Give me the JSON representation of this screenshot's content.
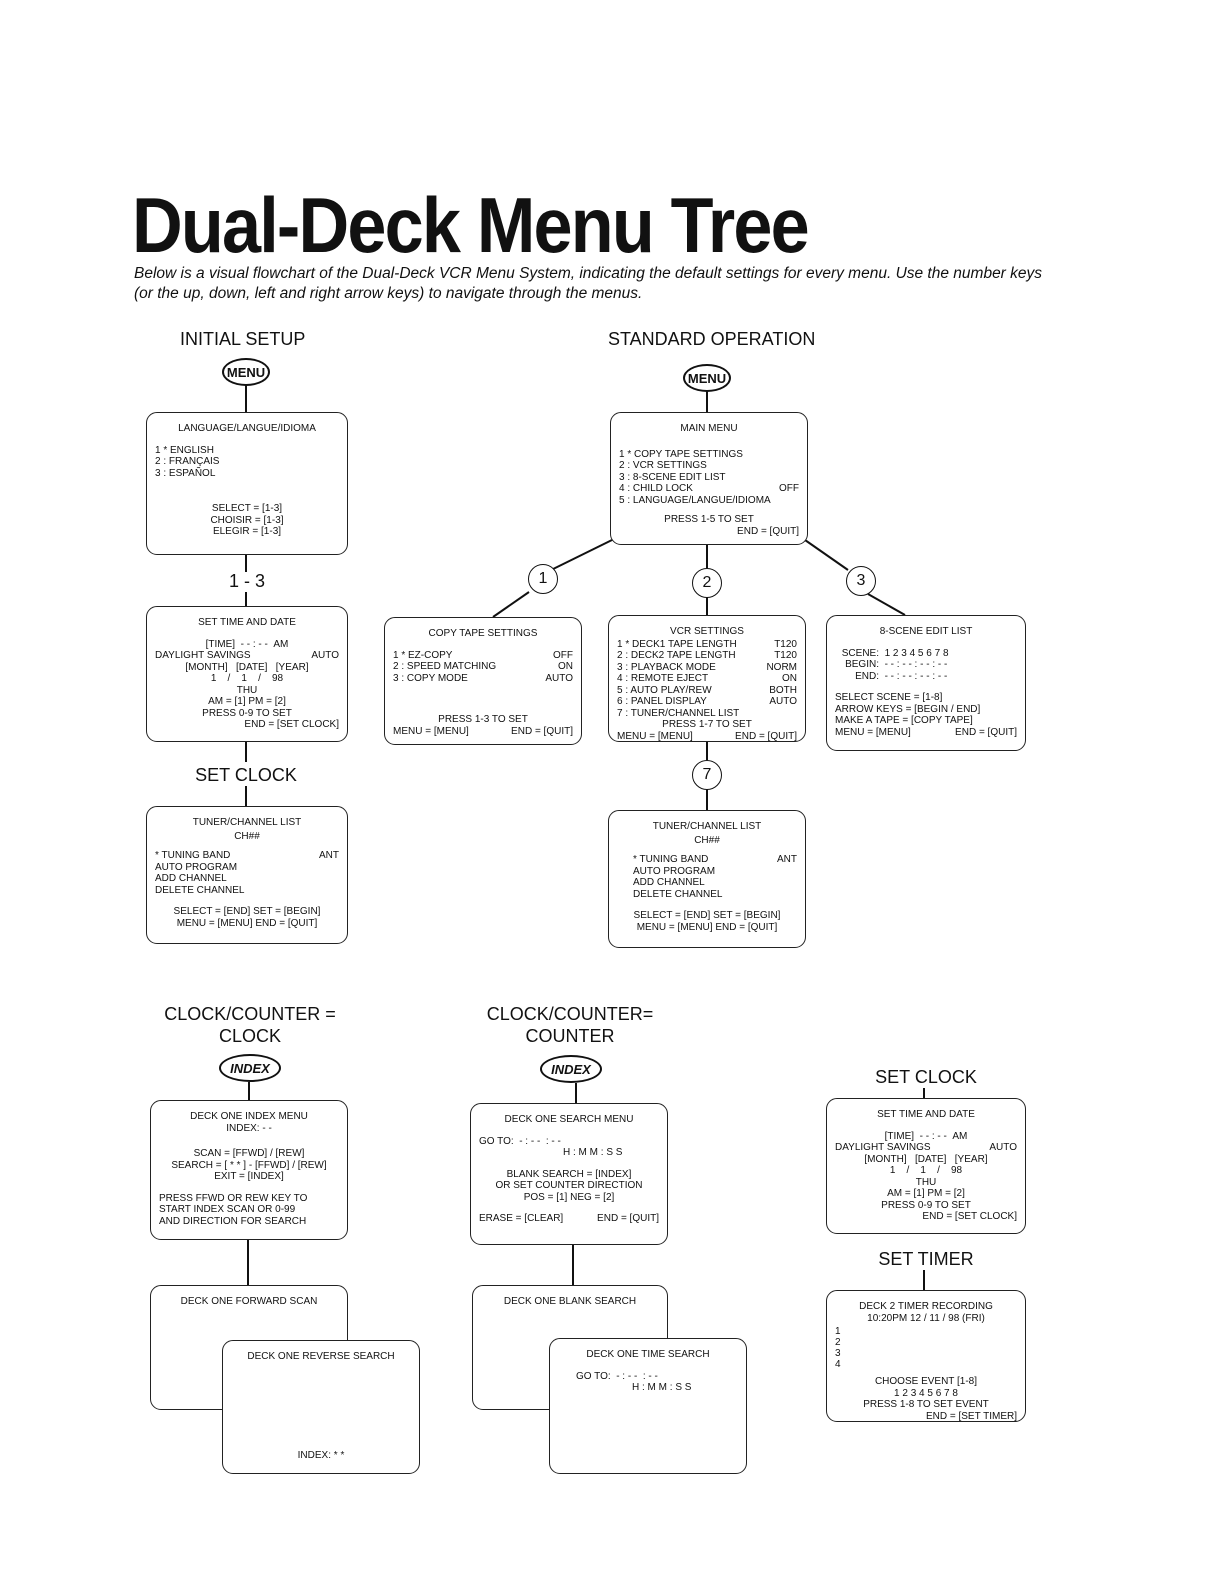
{
  "title": "Dual-Deck Menu Tree",
  "intro": "Below is a visual flowchart of the Dual-Deck VCR Menu System, indicating the default settings for every menu. Use the number keys (or the up, down, left and right arrow keys) to navigate through the menus.",
  "initial_setup": {
    "heading": "INITIAL SETUP",
    "menu_button": "MENU",
    "language_screen": {
      "title": "LANGUAGE/LANGUE/IDIOMA",
      "options": [
        "1 * ENGLISH",
        "2 : FRANÇAIS",
        "3 : ESPAÑOL"
      ],
      "prompts": [
        "SELECT = [1-3]",
        "CHOISIR = [1-3]",
        "ELEGIR = [1-3]"
      ]
    },
    "step_label": "1 - 3",
    "time_date_screen": {
      "title": "SET TIME AND DATE",
      "time_label": "[TIME]",
      "time_value": "- - : - -",
      "ampm": "AM",
      "dst_label": "DAYLIGHT SAVINGS",
      "dst_value": "AUTO",
      "date_header": "[MONTH]   [DATE]   [YEAR]",
      "date_value": "1    /    1    /    98",
      "day": "THU",
      "ampm_keys": "AM = [1]  PM = [2]",
      "press": "PRESS 0-9 TO SET",
      "end": "END = [SET CLOCK]"
    },
    "set_clock_label": "SET CLOCK",
    "tuner_screen": {
      "title": "TUNER/CHANNEL LIST",
      "subtitle": "CH##",
      "items": [
        {
          "label": "* TUNING BAND",
          "value": "ANT"
        },
        {
          "label": "AUTO PROGRAM",
          "value": ""
        },
        {
          "label": "ADD CHANNEL",
          "value": ""
        },
        {
          "label": "DELETE CHANNEL",
          "value": ""
        }
      ],
      "footer": [
        "SELECT = [END]  SET = [BEGIN]",
        "MENU = [MENU]    END = [QUIT]"
      ]
    }
  },
  "standard_operation": {
    "heading": "STANDARD OPERATION",
    "menu_button": "MENU",
    "main_menu": {
      "title": "MAIN MENU",
      "items": [
        {
          "label": "1 * COPY TAPE SETTINGS",
          "value": ""
        },
        {
          "label": "2 : VCR SETTINGS",
          "value": ""
        },
        {
          "label": "3 : 8-SCENE EDIT LIST",
          "value": ""
        },
        {
          "label": "4 : CHILD LOCK",
          "value": "OFF"
        },
        {
          "label": "5 : LANGUAGE/LANGUE/IDIOMA",
          "value": ""
        }
      ],
      "press": "PRESS 1-5 TO SET",
      "end": "END = [QUIT]"
    },
    "branch_numbers": [
      "1",
      "2",
      "3",
      "7"
    ],
    "copy_tape_settings": {
      "title": "COPY TAPE SETTINGS",
      "items": [
        {
          "label": "1 * EZ-COPY",
          "value": "OFF"
        },
        {
          "label": "2 : SPEED MATCHING",
          "value": "ON"
        },
        {
          "label": "3 : COPY MODE",
          "value": "AUTO"
        }
      ],
      "press": "PRESS 1-3 TO SET",
      "footer_left": "MENU = [MENU]",
      "footer_right": "END = [QUIT]"
    },
    "vcr_settings": {
      "title": "VCR SETTINGS",
      "items": [
        {
          "label": "1 * DECK1 TAPE LENGTH",
          "value": "T120"
        },
        {
          "label": "2 : DECK2 TAPE LENGTH",
          "value": "T120"
        },
        {
          "label": "3 : PLAYBACK MODE",
          "value": "NORM"
        },
        {
          "label": "4 : REMOTE EJECT",
          "value": "ON"
        },
        {
          "label": "5 : AUTO PLAY/REW",
          "value": "BOTH"
        },
        {
          "label": "6 : PANEL DISPLAY",
          "value": "AUTO"
        },
        {
          "label": "7 : TUNER/CHANNEL LIST",
          "value": ""
        }
      ],
      "press": "PRESS 1-7 TO SET",
      "footer_left": "MENU = [MENU]",
      "footer_right": "END = [QUIT]"
    },
    "scene_edit_list": {
      "title": "8-SCENE EDIT LIST",
      "scene_label": "SCENE:",
      "scene_value": "1 2 3 4 5 6 7 8",
      "begin_label": "BEGIN:",
      "begin_value": "- - : - - : - - : - -",
      "end_label": "END:",
      "end_value": "- - : - - : - - : - -",
      "lines": [
        "SELECT SCENE = [1-8]",
        "ARROW KEYS = [BEGIN / END]",
        "MAKE A TAPE = [COPY TAPE]"
      ],
      "footer_left": "MENU = [MENU]",
      "footer_right": "END = [QUIT]"
    },
    "tuner_screen": {
      "title": "TUNER/CHANNEL LIST",
      "subtitle": "CH##",
      "items": [
        {
          "label": "* TUNING BAND",
          "value": "ANT"
        },
        {
          "label": "AUTO PROGRAM",
          "value": ""
        },
        {
          "label": "ADD CHANNEL",
          "value": ""
        },
        {
          "label": "DELETE CHANNEL",
          "value": ""
        }
      ],
      "footer": [
        "SELECT = [END]  SET = [BEGIN]",
        "MENU = [MENU]    END = [QUIT]"
      ]
    }
  },
  "clock_mode": {
    "heading_line1": "CLOCK/COUNTER =",
    "heading_line2": "CLOCK",
    "index_button": "INDEX",
    "index_menu": {
      "title": "DECK ONE INDEX MENU",
      "subtitle": "INDEX: - -",
      "lines": [
        "SCAN = [FFWD] / [REW]",
        "SEARCH = [ * * ] - [FFWD] / [REW]",
        "EXIT = [INDEX]"
      ],
      "instructions": [
        "PRESS FFWD OR REW KEY TO",
        "START INDEX SCAN OR 0-99",
        "AND DIRECTION FOR SEARCH"
      ]
    },
    "forward_scan_title": "DECK ONE FORWARD SCAN",
    "reverse_search_title": "DECK ONE REVERSE SEARCH",
    "reverse_search_index": "INDEX: * *"
  },
  "counter_mode": {
    "heading_line1": "CLOCK/COUNTER=",
    "heading_line2": "COUNTER",
    "index_button": "INDEX",
    "search_menu": {
      "title": "DECK ONE SEARCH MENU",
      "goto_label": "GO TO:",
      "goto_value": "- : - -  : - -",
      "goto_format": "H : M M : S S",
      "lines": [
        "BLANK SEARCH = [INDEX]",
        "OR SET COUNTER DIRECTION",
        "POS = [1]  NEG = [2]"
      ],
      "footer_left": "ERASE = [CLEAR]",
      "footer_right": "END = [QUIT]"
    },
    "blank_search_title": "DECK ONE BLANK SEARCH",
    "time_search": {
      "title": "DECK ONE TIME SEARCH",
      "goto_label": "GO TO:",
      "goto_value": "- : - -  : - -",
      "goto_format": "H : M M : S S"
    }
  },
  "set_clock_right": {
    "label": "SET CLOCK",
    "screen": {
      "title": "SET TIME AND DATE",
      "time_label": "[TIME]",
      "time_value": "- - : - -",
      "ampm": "AM",
      "dst_label": "DAYLIGHT SAVINGS",
      "dst_value": "AUTO",
      "date_header": "[MONTH]   [DATE]   [YEAR]",
      "date_value": "1    /    1    /    98",
      "day": "THU",
      "ampm_keys": "AM = [1]  PM = [2]",
      "press": "PRESS 0-9 TO SET",
      "end": "END = [SET CLOCK]"
    }
  },
  "set_timer": {
    "label": "SET TIMER",
    "screen": {
      "title": "DECK 2 TIMER RECORDING",
      "datetime": "10:20PM  12 / 11 / 98 (FRI)",
      "events": [
        "1",
        "2",
        "3",
        "4"
      ],
      "choose": "CHOOSE EVENT [1-8]",
      "numbers": "1 2 3 4 5 6 7 8",
      "press": "PRESS 1-8 TO SET EVENT",
      "end": "END = [SET TIMER]"
    }
  }
}
